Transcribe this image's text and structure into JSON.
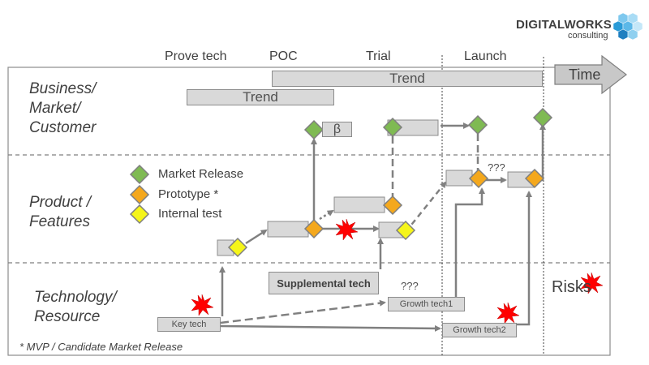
{
  "logo": {
    "brand_bold": "DIGITALWORKS",
    "brand_sub": "consulting"
  },
  "phases": [
    "Prove tech",
    "POC",
    "Trial",
    "Launch"
  ],
  "time_arrow_label": "Time",
  "lanes": {
    "business": "Business/ Market/ Customer",
    "product": "Product / Features",
    "technology": "Technology/ Resource"
  },
  "boxes": {
    "trend_long": "Trend",
    "trend_short": "Trend",
    "beta": "β",
    "supplemental_tech": "Supplemental tech",
    "key_tech": "Key tech",
    "growth_tech1": "Growth tech1",
    "growth_tech2": "Growth tech2"
  },
  "annotations": {
    "qqq_1": "???",
    "qqq_2": "???",
    "risks": "Risks"
  },
  "legend": {
    "market_release": "Market Release",
    "prototype": "Prototype *",
    "internal_test": "Internal test"
  },
  "footnote": "*  MVP / Candidate Market Release",
  "colors": {
    "market_release": "#7fba53",
    "prototype": "#f4a81d",
    "internal_test": "#f5f51a",
    "box_fill": "#d9d9d9",
    "arrow": "#808080",
    "risk_star": "#ff0000"
  }
}
